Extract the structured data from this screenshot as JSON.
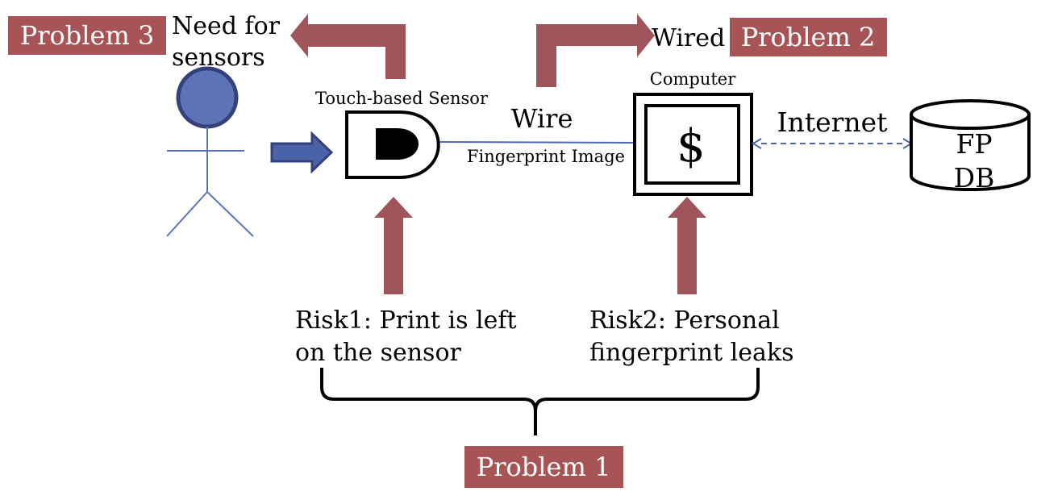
{
  "problem_labels": {
    "problem1": "Problem 1",
    "problem2": "Problem 2",
    "problem3": "Problem 3"
  },
  "labels": {
    "need_for": "Need for",
    "sensors": "sensors",
    "wired": "Wired",
    "touch_sensor": "Touch-based Sensor",
    "computer": "Computer",
    "wire": "Wire",
    "fingerprint_image": "Fingerprint Image",
    "internet": "Internet",
    "dollar": "$",
    "db_fp": "FP",
    "db_db": "DB",
    "risk1_line1": "Risk1: Print is left",
    "risk1_line2": "on the sensor",
    "risk2_line1": "Risk2: Personal",
    "risk2_line2": "fingerprint  leaks"
  },
  "colors": {
    "problem_box": "#a85457",
    "arrow_red": "#a0555a",
    "person_head": "#5e72b8",
    "person_head_stroke": "#34417a",
    "blue_arrow": "#4a63a8",
    "blue_line": "#4d67b0"
  },
  "icons": {
    "person": "stick-figure-icon",
    "sensor": "touch-sensor-icon",
    "computer": "computer-icon",
    "database": "database-cylinder-icon"
  }
}
